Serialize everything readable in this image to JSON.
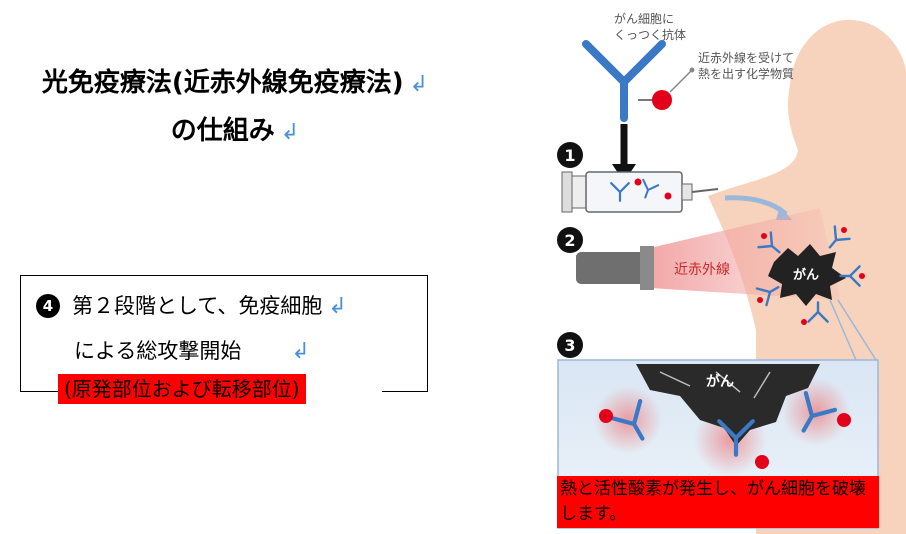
{
  "title": {
    "line1": "光免疫療法(近赤外線免疫療法)",
    "line2": "の仕組み",
    "return_mark": "↲"
  },
  "step": {
    "bullet": "4",
    "line1": "第２段階として、免疫細胞",
    "line2": "による総攻撃開始",
    "highlight": "(原発部位および転移部位)"
  },
  "diagram": {
    "label_antibody": [
      "がん細胞に",
      "くっつく抗体"
    ],
    "label_chemical": [
      "近赤外線を受けて",
      "熱を出す化学物質"
    ],
    "step1": "1",
    "step2": "2",
    "step3": "3",
    "label_nir": "近赤外線",
    "label_cancer": "がん",
    "label_cancer_zoom": "がん",
    "caption": "熱と活性酸素が発生し、がん細胞を破壊します。"
  },
  "colors": {
    "antibody": "#3a79c5",
    "chemical": "#e3001b",
    "skin": "#f7d3bd",
    "highlight": "#ff0000",
    "nir_beam": "#f2a3a3"
  },
  "icons": [
    "antibody-icon",
    "syringe-icon",
    "flashlight-icon",
    "cancer-cell-icon",
    "return-icon"
  ]
}
